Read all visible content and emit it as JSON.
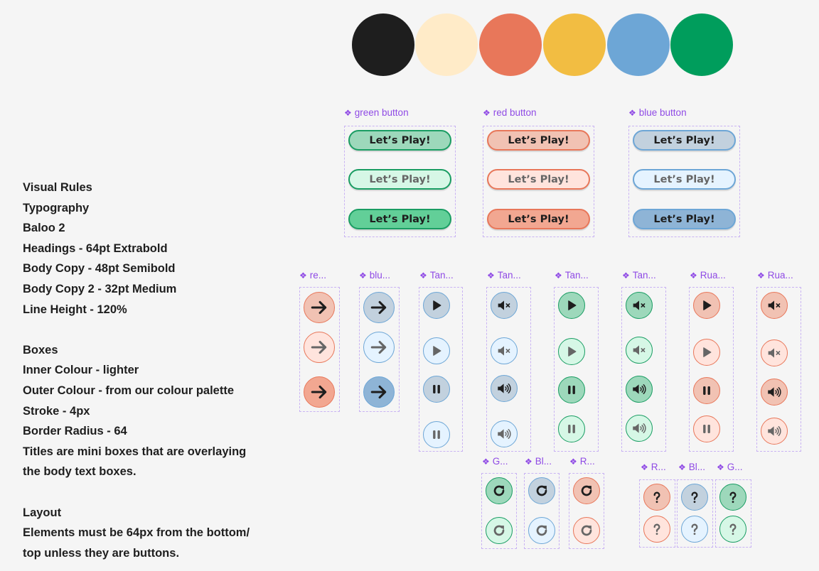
{
  "palette": [
    {
      "name": "black",
      "hex": "#1e1e1e"
    },
    {
      "name": "cream",
      "hex": "#ffebc8"
    },
    {
      "name": "red",
      "hex": "#e8775a"
    },
    {
      "name": "yellow",
      "hex": "#f2bd42"
    },
    {
      "name": "blue",
      "hex": "#6da6d6"
    },
    {
      "name": "green",
      "hex": "#009d5c"
    }
  ],
  "rules": {
    "lines": [
      "Visual Rules",
      "Typography",
      "Baloo 2",
      "Headings - 64pt Extrabold",
      "Body Copy - 48pt Semibold",
      "Body Copy 2 - 32pt Medium",
      "Line Height - 120%",
      "",
      "Boxes",
      "Inner Colour - lighter",
      "Outer Colour - from our colour palette",
      "Stroke - 4px",
      "Border Radius - 64",
      "Titles are mini boxes that are overlaying",
      "the body text boxes.",
      "",
      "Layout",
      "Elements must be 64px from the bottom/",
      "top unless they are buttons."
    ]
  },
  "button_groups": [
    {
      "label": "green button",
      "button_text": "Let’s Play!"
    },
    {
      "label": "red button",
      "button_text": "Let’s Play!"
    },
    {
      "label": "blue button",
      "button_text": "Let’s Play!"
    }
  ],
  "icon_groups": [
    {
      "label": "re..."
    },
    {
      "label": "blu..."
    },
    {
      "label": "Tan..."
    },
    {
      "label": "Tan..."
    },
    {
      "label": "Tan..."
    },
    {
      "label": "Tan..."
    },
    {
      "label": "Rua..."
    },
    {
      "label": "Rua..."
    },
    {
      "label": "G..."
    },
    {
      "label": "Bl..."
    },
    {
      "label": "R..."
    },
    {
      "label": "R..."
    },
    {
      "label": "Bl..."
    },
    {
      "label": "G..."
    }
  ],
  "component_glyph": "❖",
  "colors": {
    "green": {
      "stroke": "#1a9d63",
      "default": "#9dd8bb",
      "light": "#d6f7e6",
      "hover": "#62cf98"
    },
    "red": {
      "stroke": "#e8775a",
      "default": "#f1c2b3",
      "light": "#ffe4dd",
      "hover": "#f2a791"
    },
    "blue": {
      "stroke": "#6da6d6",
      "default": "#c2d1de",
      "light": "#e5f3ff",
      "hover": "#8eb4d6"
    },
    "label": "#8f4ae5",
    "frame": "#c9b3f3",
    "icon_dark": "#1e1e1e",
    "icon_muted": "#666666"
  }
}
